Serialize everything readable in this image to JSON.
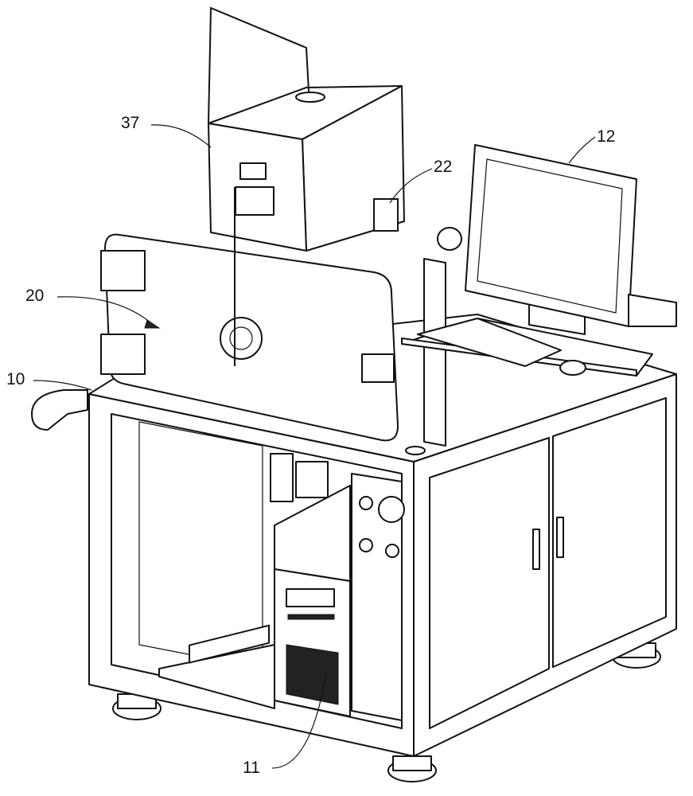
{
  "figure": {
    "labels": {
      "chamber_box": "37",
      "monitor": "12",
      "component_22": "22",
      "vacuum_chamber": "20",
      "frame": "10",
      "computer_host": "11"
    },
    "colors": {
      "line": "#111111",
      "background": "#ffffff"
    }
  }
}
